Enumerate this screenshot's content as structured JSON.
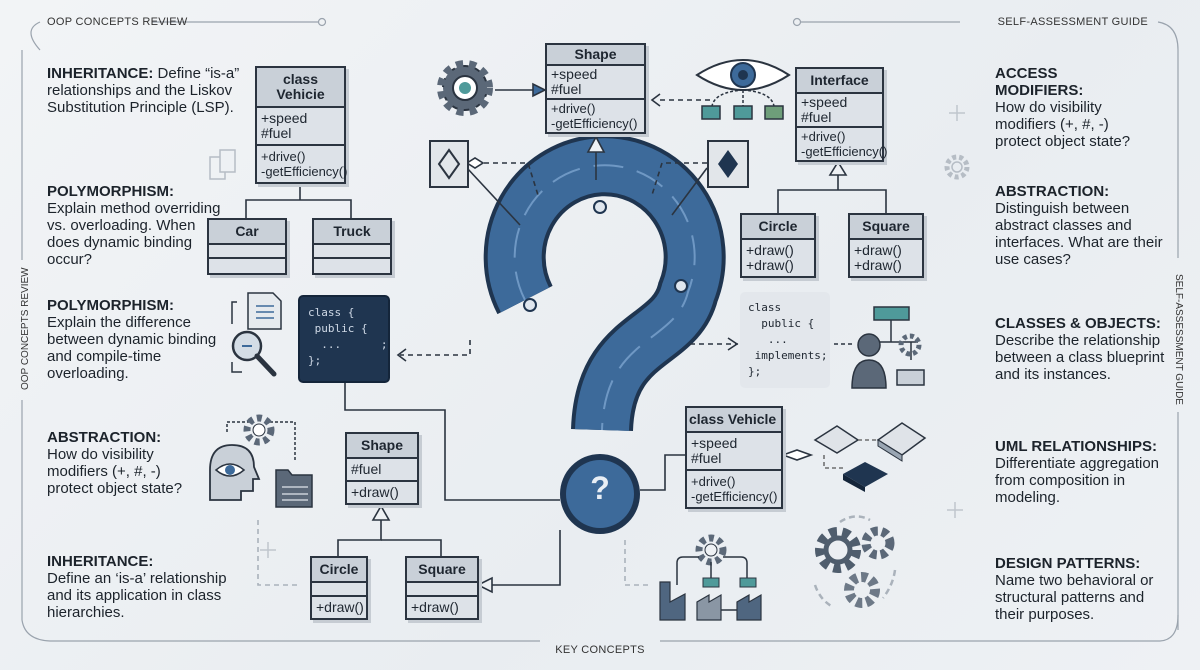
{
  "header": {
    "left": "OOP CONCEPTS REVIEW",
    "right": "SELF-ASSESSMENT GUIDE",
    "footer": "KEY CONCEPTS",
    "side_left": "OOP CONCEPTS REVIEW",
    "side_right": "SELF-ASSESSMENT GUIDE"
  },
  "left_items": [
    {
      "title": "Inheritance:",
      "text": " Define “is-a” relationships and the Liskov Substitution Principle (LSP)."
    },
    {
      "title": "Polymorphism:",
      "text": "Explain method overriding vs. overloading. When does dynamic binding occur?"
    },
    {
      "title": "Polymorphism:",
      "text": "Explain the difference between dynamic binding and compile-time overloading."
    },
    {
      "title": "Abstraction:",
      "text": "How do visibility modifiers (+, #, -) protect object state?"
    },
    {
      "title": "Inheritance:",
      "text": "Define an ‘is-a’ relationship and its application in class hierarchies."
    }
  ],
  "right_items": [
    {
      "title": "Access Modifiers:",
      "text": "How do visibility modifiers (+, #, -) protect object state?"
    },
    {
      "title": "Abstraction:",
      "text": "Distinguish between abstract classes and interfaces. What are their use cases?"
    },
    {
      "title": "Classes & Objects:",
      "text": "Describe the relationship between a class blueprint and its instances."
    },
    {
      "title": "UML Relationships:",
      "text": "Differentiate aggregation from composition in modeling."
    },
    {
      "title": "Design Patterns:",
      "text": "Name two behavioral or structural patterns and their purposes."
    }
  ],
  "uml": {
    "vehicle_top": {
      "name": "class Vehicie",
      "attrs": "+speed\n#fuel",
      "methods": "+drive()\n-getEfficiency()"
    },
    "car": {
      "name": "Car"
    },
    "truck": {
      "name": "Truck"
    },
    "shape_top": {
      "name": "Shape",
      "attrs": "+speed\n#fuel",
      "methods": "+drive()\n-getEfficiency()"
    },
    "interface": {
      "name": "Interface",
      "attrs": "+speed\n#fuel",
      "methods": "+drive()\n-getEfficiency()"
    },
    "circle_right": {
      "name": "Circle",
      "methods": "+draw()\n+draw()"
    },
    "square_right": {
      "name": "Square",
      "methods": "+draw()\n+draw()"
    },
    "vehicle_bottom": {
      "name": "class Vehicle",
      "attrs": "+speed\n#fuel",
      "methods": "+drive()\n-getEfficiency()"
    },
    "shape_bottom": {
      "name": "Shape",
      "attrs": "#fuel",
      "methods": "+draw()"
    },
    "circle_bottom": {
      "name": "Circle",
      "methods": "+draw()"
    },
    "square_bottom": {
      "name": "Square",
      "methods": "+draw()"
    }
  },
  "code_dark": "class {\n public {\n  ...      ;\n};",
  "code_light": "class\n  public {\n   ...\n implements;\n};",
  "center_symbol": "?",
  "colors": {
    "primary": "#3d6a9a",
    "dark": "#1f3550",
    "teal": "#4f9a9a"
  }
}
